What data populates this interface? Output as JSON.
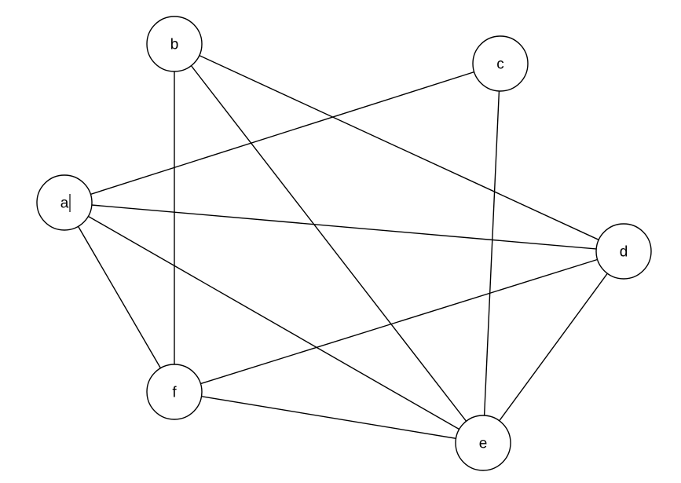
{
  "graph": {
    "nodes": [
      {
        "id": "a",
        "label": "a"
      },
      {
        "id": "b",
        "label": "b"
      },
      {
        "id": "c",
        "label": "c"
      },
      {
        "id": "d",
        "label": "d"
      },
      {
        "id": "e",
        "label": "e"
      },
      {
        "id": "f",
        "label": "f"
      }
    ],
    "edges": [
      {
        "from": "b",
        "to": "f"
      },
      {
        "from": "b",
        "to": "e"
      },
      {
        "from": "b",
        "to": "d"
      },
      {
        "from": "c",
        "to": "a"
      },
      {
        "from": "c",
        "to": "e"
      },
      {
        "from": "a",
        "to": "d"
      },
      {
        "from": "a",
        "to": "f"
      },
      {
        "from": "a",
        "to": "e"
      },
      {
        "from": "d",
        "to": "f"
      },
      {
        "from": "d",
        "to": "e"
      },
      {
        "from": "f",
        "to": "e"
      }
    ],
    "editing_node": "a",
    "colors": {
      "stroke": "#000000",
      "fill": "#ffffff"
    }
  }
}
